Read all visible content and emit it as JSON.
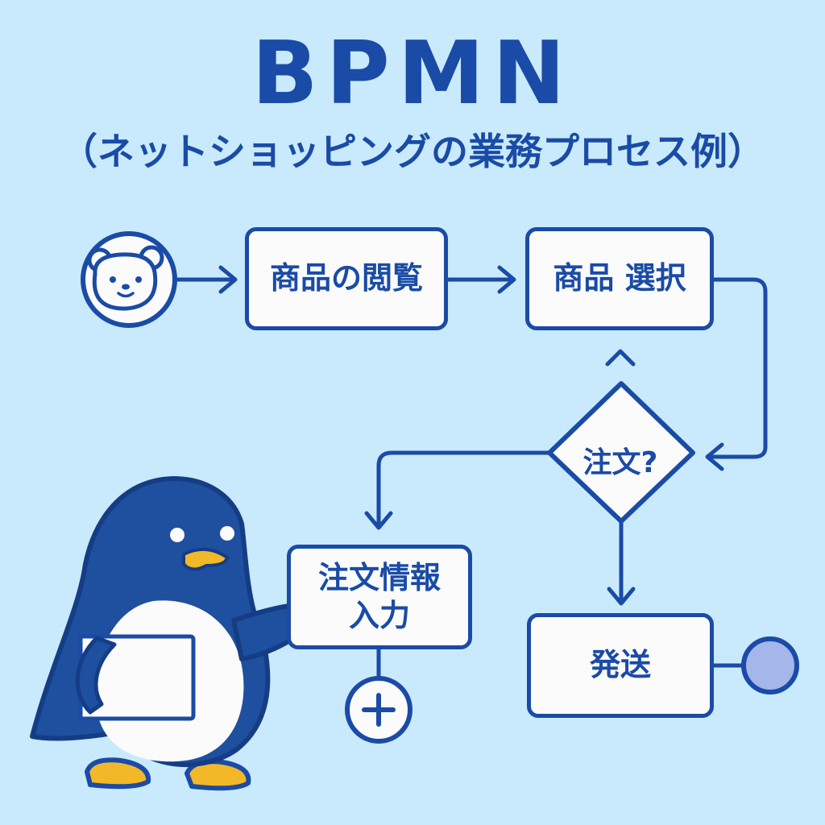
{
  "title": "BPMN",
  "subtitle": "（ネットショッピングの業務プロセス例）",
  "tasks": {
    "browse": "商品の閲覧",
    "select": "商品 選択",
    "order_info_line1": "注文情報",
    "order_info_line2": "入力",
    "ship": "発送"
  },
  "gateway": {
    "label": "注文?"
  },
  "colors": {
    "background": "#c8eafc",
    "primary": "#1a4ba6",
    "box_fill": "#fbfbfb",
    "end_event_fill": "#a4b6ea",
    "penguin_beak": "#f3b827"
  }
}
